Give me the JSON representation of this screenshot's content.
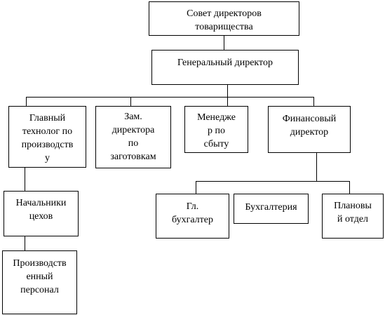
{
  "nodes": {
    "sovet": "Совет директоров\nтоварищества",
    "gendir": "Генеральный директор",
    "tehnolog": "Главный\nтехнолог по\nпроизводств\nу",
    "zam": "Зам.\nдиректора\nпо\nзаготовкам",
    "menedzher": "Менедже\nр по\nсбыту",
    "findir": "Финансовый\nдиректор",
    "nachalniki": "Начальники\nцехов",
    "personal": "Производств\nенный\nперсонал",
    "glbuh": "Гл.\nбухгалтер",
    "buhgalteria": "Бухгалтерия",
    "planovy": "Плановы\nй отдел"
  }
}
